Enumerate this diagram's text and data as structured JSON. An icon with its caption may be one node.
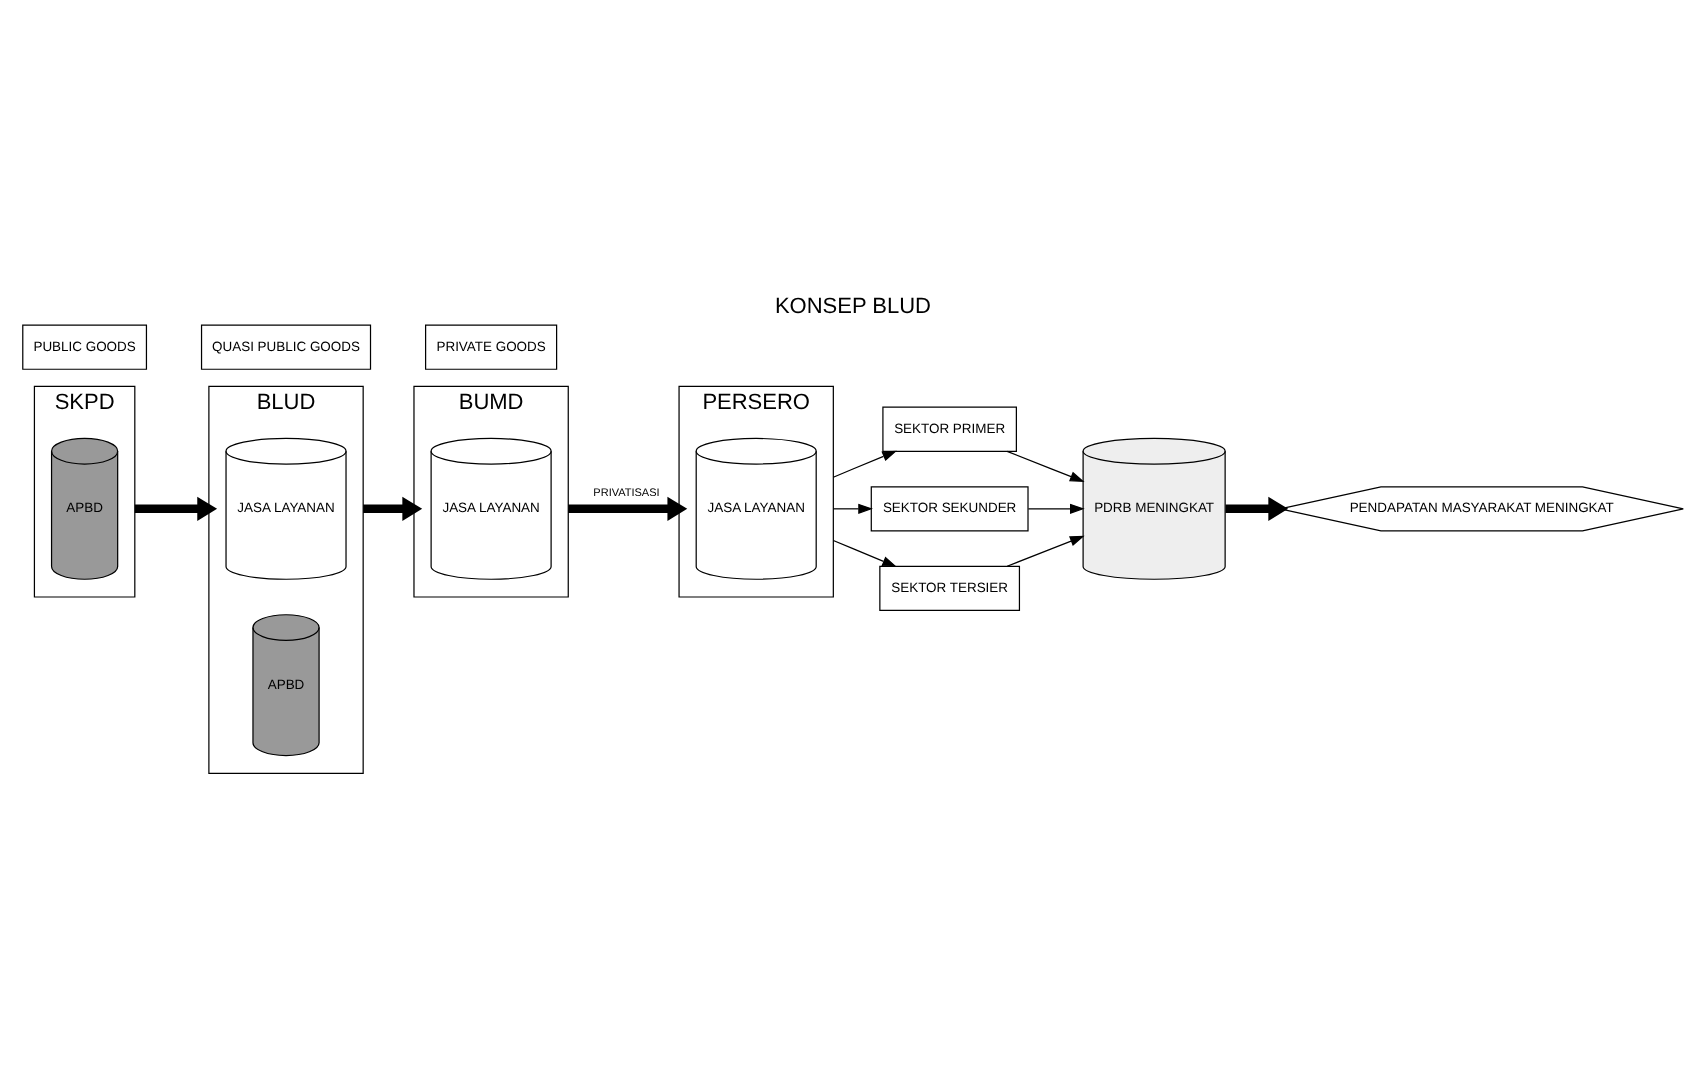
{
  "diagram": {
    "title": "KONSEP BLUD",
    "nodes": [
      {
        "text": [
          "SKPD"
        ]
      },
      {
        "text": [
          "APBD"
        ],
        "in": 0
      },
      {
        "text": [
          "BLUD"
        ]
      },
      {
        "text": [
          "JASA LAYANAN"
        ],
        "in": 2
      },
      {
        "text": [
          "APBD"
        ],
        "in": 2
      },
      {
        "text": [
          "BUMD"
        ]
      },
      {
        "text": [
          "JASA LAYANAN"
        ],
        "in": 5
      },
      {
        "text": [
          "PERSERO"
        ]
      },
      {
        "text": [
          "JASA LAYANAN"
        ],
        "in": 7
      },
      {
        "text": [
          "SEKTOR PRIMER"
        ]
      },
      {
        "text": [
          "SEKTOR SEKUNDER"
        ]
      },
      {
        "text": [
          "SEKTOR TERSIER"
        ]
      },
      {
        "text": [
          "PDRB MENINGKAT"
        ]
      },
      {
        "text": [
          "PENDAPATAN MASYARAKAT MENINGKAT"
        ]
      },
      {
        "text": [
          "PUBLIC GOODS"
        ]
      },
      {
        "text": [
          "QUASI PUBLIC GOODS"
        ]
      },
      {
        "text": [
          "PRIVATE GOODS"
        ]
      }
    ],
    "edges": [
      {
        "from": 0,
        "to": 2,
        "arrow": "to",
        "style": "thick"
      },
      {
        "from": 2,
        "to": 5,
        "arrow": "to",
        "style": "thick"
      },
      {
        "from": 5,
        "to": 7,
        "arrow": "to",
        "style": "thick",
        "label": "PRIVATISASI"
      },
      {
        "from": 7,
        "to": 9,
        "arrow": "to"
      },
      {
        "from": 7,
        "to": 10,
        "arrow": "to"
      },
      {
        "from": 7,
        "to": 11,
        "arrow": "to"
      },
      {
        "from": 9,
        "to": 12,
        "arrow": "to"
      },
      {
        "from": 10,
        "to": 12,
        "arrow": "to"
      },
      {
        "from": 11,
        "to": 12,
        "arrow": "to"
      },
      {
        "from": 12,
        "to": 13,
        "arrow": "to",
        "style": "thick"
      }
    ]
  }
}
